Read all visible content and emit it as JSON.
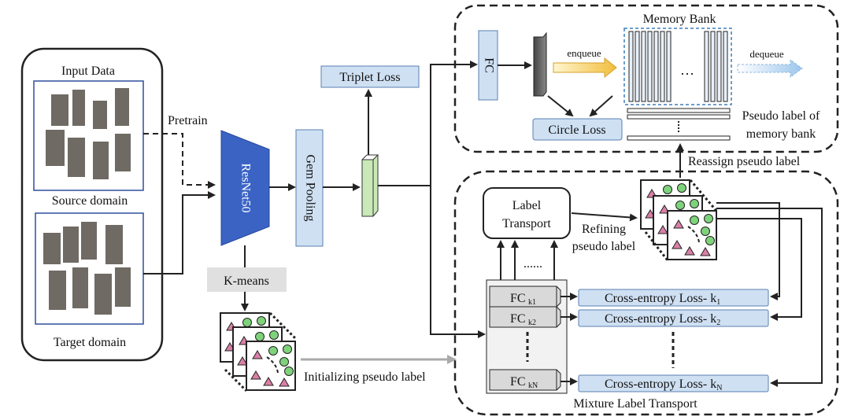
{
  "input": {
    "title": "Input Data",
    "source_label": "Source domain",
    "target_label": "Target domain"
  },
  "flow": {
    "pretrain": "Pretrain",
    "resnet": "ResNet50",
    "kmeans": "K-means",
    "gem": "Gem Pooling",
    "triplet": "Triplet Loss",
    "init_pseudo": "Initializing pseudo label"
  },
  "memory": {
    "fc": "FC",
    "title": "Memory Bank",
    "enqueue": "enqueue",
    "ellipsis": "…",
    "dequeue": "dequeue",
    "circle_loss": "Circle Loss",
    "pseudo_line1": "Pseudo label of",
    "pseudo_line2": "memory bank",
    "reassign": "Reassign pseudo label"
  },
  "mlt": {
    "label_transport_line1": "Label",
    "label_transport_line2": "Transport",
    "refining_line1": "Refining",
    "refining_line2": "pseudo label",
    "dots": "......",
    "fc_main": "FC",
    "fc_sub": [
      "k1",
      "k2",
      "kN"
    ],
    "ce_label": [
      "Cross-entropy Loss- k",
      "Cross-entropy Loss- k",
      "Cross-entropy Loss- k"
    ],
    "ce_sub": [
      "1",
      "2",
      "N"
    ],
    "title": "Mixture Label Transport"
  },
  "colors": {
    "resnet": "#3a63c4",
    "light_blue": "#cfe0f3",
    "green_feature": "#c9e9b8",
    "circle_green": "#7ed37a",
    "triangle_pink": "#d97fa6",
    "enqueue_arrow": "#f4c64a"
  }
}
